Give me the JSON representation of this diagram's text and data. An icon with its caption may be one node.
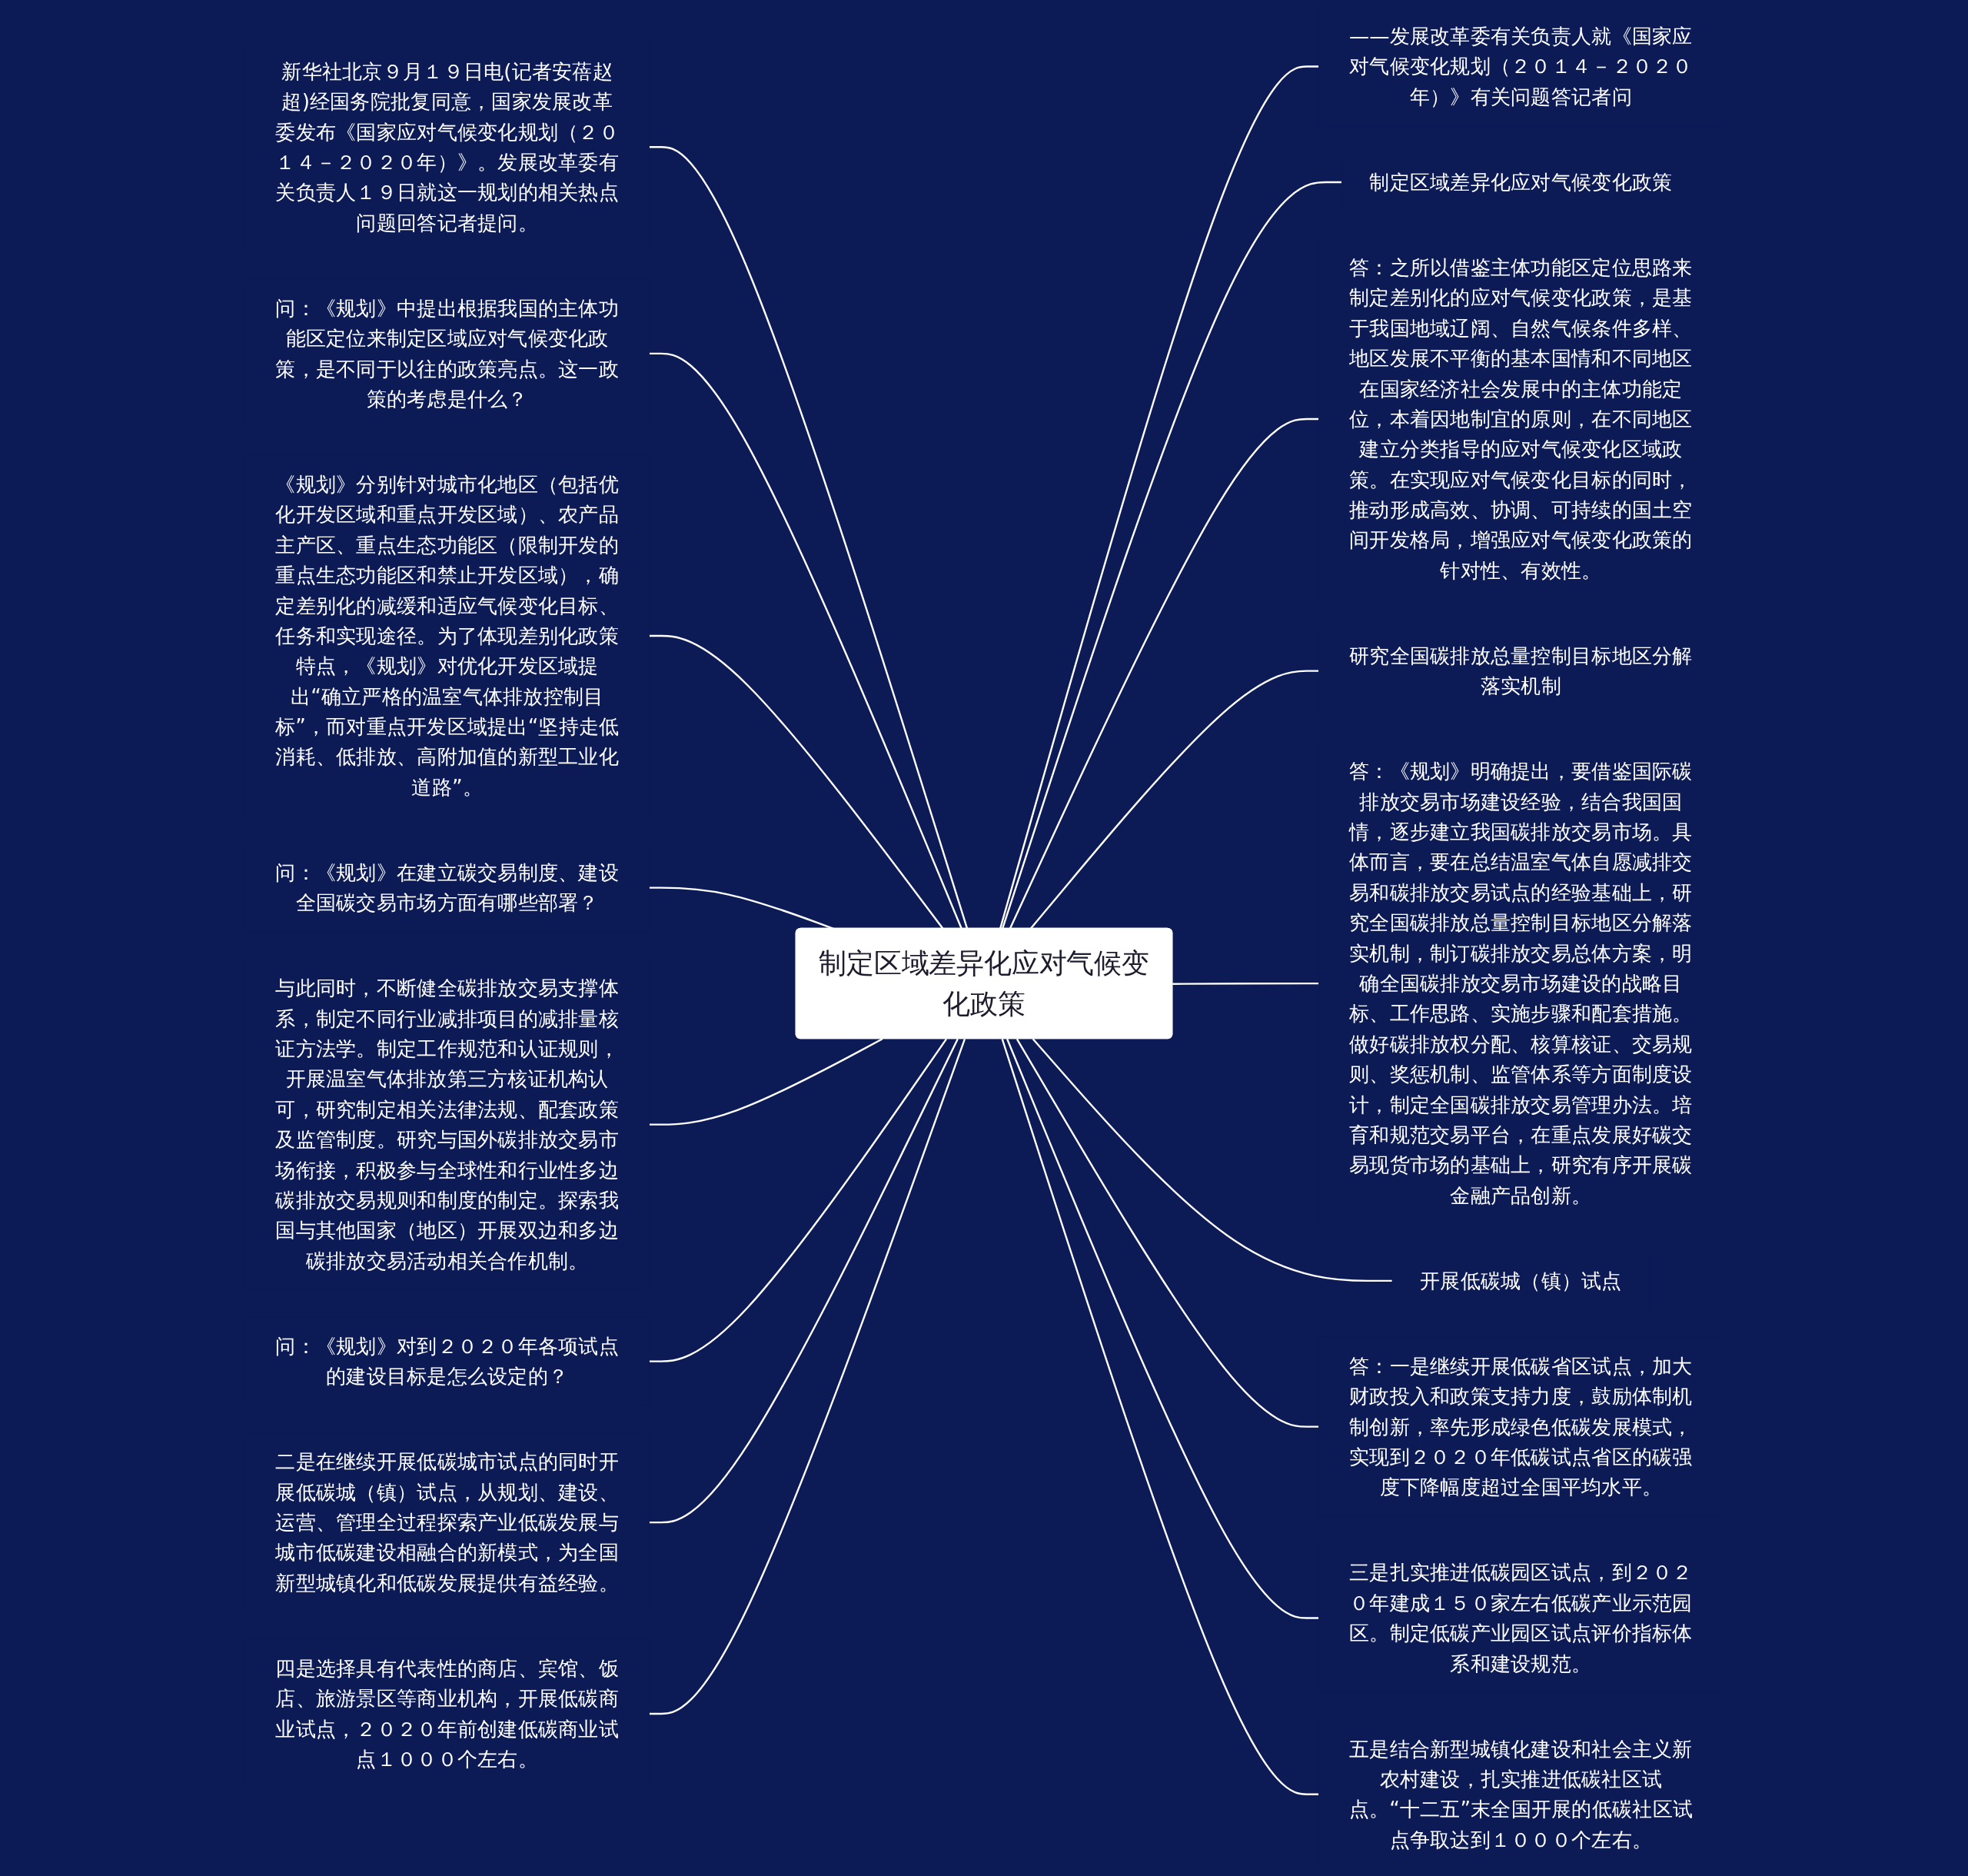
{
  "diagram": {
    "nodes": [
      {
        "text": [
          "制定区域差异化应对气候变化政策"
        ]
      },
      {
        "text": [
          "新华社北京９月１９日电(记者安蓓赵超)经国务院批复同意，国家发展改革委发布《国家应对气候变化规划（２０１４－２０２０年）》。发展改革委有关负责人１９日就这一规划的相关热点问题回答记者提问。"
        ]
      },
      {
        "text": [
          "问：《规划》中提出根据我国的主体功能区定位来制定区域应对气候变化政策，是不同于以往的政策亮点。这一政策的考虑是什么？"
        ]
      },
      {
        "text": [
          "《规划》分别针对城市化地区（包括优化开发区域和重点开发区域）、农产品主产区、重点生态功能区（限制开发的重点生态功能区和禁止开发区域），确定差别化的减缓和适应气候变化目标、任务和实现途径。为了体现差别化政策特点，《规划》对优化开发区域提出“确立严格的温室气体排放控制目标”，而对重点开发区域提出“坚持走低消耗、低排放、高附加值的新型工业化道路”。"
        ]
      },
      {
        "text": [
          "问：《规划》在建立碳交易制度、建设全国碳交易市场方面有哪些部署？"
        ]
      },
      {
        "text": [
          "与此同时，不断健全碳排放交易支撑体系，制定不同行业减排项目的减排量核证方法学。制定工作规范和认证规则，开展温室气体排放第三方核证机构认可，研究制定相关法律法规、配套政策及监管制度。研究与国外碳排放交易市场衔接，积极参与全球性和行业性多边碳排放交易规则和制度的制定。探索我国与其他国家（地区）开展双边和多边碳排放交易活动相关合作机制。"
        ]
      },
      {
        "text": [
          "问：《规划》对到２０２０年各项试点的建设目标是怎么设定的？"
        ]
      },
      {
        "text": [
          "二是在继续开展低碳城市试点的同时开展低碳城（镇）试点，从规划、建设、运营、管理全过程探索产业低碳发展与城市低碳建设相融合的新模式，为全国新型城镇化和低碳发展提供有益经验。"
        ]
      },
      {
        "text": [
          "四是选择具有代表性的商店、宾馆、饭店、旅游景区等商业机构，开展低碳商业试点，２０２０年前创建低碳商业试点１０００个左右。"
        ]
      },
      {
        "text": [
          "——发展改革委有关负责人就《国家应对气候变化规划（２０１４－２０２０年）》有关问题答记者问"
        ]
      },
      {
        "text": [
          "制定区域差异化应对气候变化政策"
        ]
      },
      {
        "text": [
          "答：之所以借鉴主体功能区定位思路来制定差别化的应对气候变化政策，是基于我国地域辽阔、自然气候条件多样、地区发展不平衡的基本国情和不同地区在国家经济社会发展中的主体功能定位，本着因地制宜的原则，在不同地区建立分类指导的应对气候变化区域政策。在实现应对气候变化目标的同时，推动形成高效、协调、可持续的国土空间开发格局，增强应对气候变化政策的针对性、有效性。"
        ]
      },
      {
        "text": [
          "研究全国碳排放总量控制目标地区分解落实机制"
        ]
      },
      {
        "text": [
          "答：《规划》明确提出，要借鉴国际碳排放交易市场建设经验，结合我国国情，逐步建立我国碳排放交易市场。具体而言，要在总结温室气体自愿减排交易和碳排放交易试点的经验基础上，研究全国碳排放总量控制目标地区分解落实机制，制订碳排放交易总体方案，明确全国碳排放交易市场建设的战略目标、工作思路、实施步骤和配套措施。做好碳排放权分配、核算核证、交易规则、奖惩机制、监管体系等方面制度设计，制定全国碳排放交易管理办法。培育和规范交易平台，在重点发展好碳交易现货市场的基础上，研究有序开展碳金融产品创新。"
        ]
      },
      {
        "text": [
          "开展低碳城（镇）试点"
        ]
      },
      {
        "text": [
          "答：一是继续开展低碳省区试点，加大财政投入和政策支持力度，鼓励体制机制创新，率先形成绿色低碳发展模式，实现到２０２０年低碳试点省区的碳强度下降幅度超过全国平均水平。"
        ]
      },
      {
        "text": [
          "三是扎实推进低碳园区试点，到２０２０年建成１５０家左右低碳产业示范园区。制定低碳产业园区试点评价指标体系和建设规范。"
        ]
      },
      {
        "text": [
          "五是结合新型城镇化建设和社会主义新农村建设，扎实推进低碳社区试点。“十二五”末全国开展的低碳社区试点争取达到１０００个左右。"
        ]
      }
    ],
    "edges": [
      {
        "from": 0,
        "to": 1,
        "arrow": "none"
      },
      {
        "from": 0,
        "to": 2,
        "arrow": "none"
      },
      {
        "from": 0,
        "to": 3,
        "arrow": "none"
      },
      {
        "from": 0,
        "to": 4,
        "arrow": "none"
      },
      {
        "from": 0,
        "to": 5,
        "arrow": "none"
      },
      {
        "from": 0,
        "to": 6,
        "arrow": "none"
      },
      {
        "from": 0,
        "to": 7,
        "arrow": "none"
      },
      {
        "from": 0,
        "to": 8,
        "arrow": "none"
      },
      {
        "from": 0,
        "to": 9,
        "arrow": "none"
      },
      {
        "from": 0,
        "to": 10,
        "arrow": "none"
      },
      {
        "from": 0,
        "to": 11,
        "arrow": "none"
      },
      {
        "from": 0,
        "to": 12,
        "arrow": "none"
      },
      {
        "from": 0,
        "to": 13,
        "arrow": "none"
      },
      {
        "from": 0,
        "to": 14,
        "arrow": "none"
      },
      {
        "from": 0,
        "to": 15,
        "arrow": "none"
      },
      {
        "from": 0,
        "to": 16,
        "arrow": "none"
      },
      {
        "from": 0,
        "to": 17,
        "arrow": "none"
      }
    ]
  }
}
